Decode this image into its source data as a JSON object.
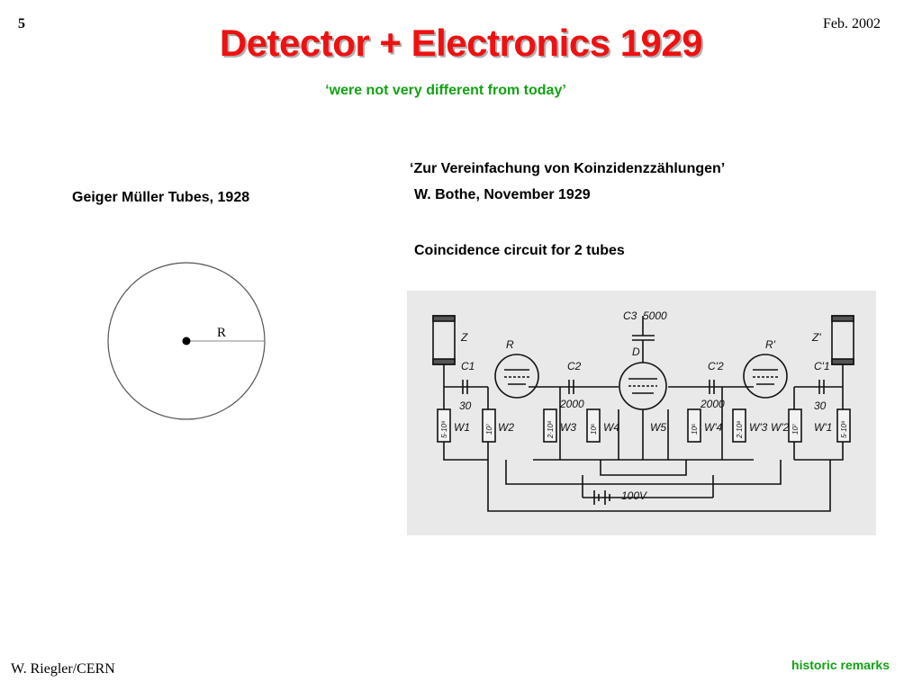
{
  "slide": {
    "number": "5",
    "date": "Feb. 2002",
    "title": "Detector + Electronics 1929",
    "subtitle": "‘were not very different from today’"
  },
  "left_panel": {
    "label": "Geiger Müller Tubes, 1928",
    "radius_label": "R"
  },
  "right_panel": {
    "paper_title": "‘Zur Vereinfachung von Koinzidenzzählungen’",
    "paper_author": "W. Bothe, November 1929",
    "circuit_caption": "Coincidence circuit for 2 tubes"
  },
  "schematic_labels": {
    "c3": "C3",
    "c3_value": "5000",
    "d": "D",
    "z": "Z",
    "z_prime": "Z'",
    "c1": "C1",
    "c1_prime": "C'1",
    "c2": "C2",
    "c2_prime": "C'2",
    "r": "R",
    "r_prime": "R'",
    "val_30": "30",
    "val_30_prime": "30",
    "val_2000": "2000",
    "val_2000_prime": "2000",
    "w1": "W1",
    "w2": "W2",
    "w3": "W3",
    "w4": "W4",
    "w5": "W5",
    "w4_prime": "W'4",
    "w3_prime": "W'3",
    "w2_prime": "W'2",
    "w1_prime": "W'1",
    "r_5e9": "5·10⁹",
    "r_1e7": "10⁷",
    "r_2e8": "2·10⁸",
    "r_1e6": "10⁶",
    "r_1e6_b": "10⁶",
    "r_2e8_b": "2·10⁸",
    "r_1e7_b": "10⁷",
    "r_5e9_b": "5·10⁹",
    "battery": "100V"
  },
  "footer": {
    "author": "W. Riegler/CERN",
    "section": "historic remarks"
  }
}
